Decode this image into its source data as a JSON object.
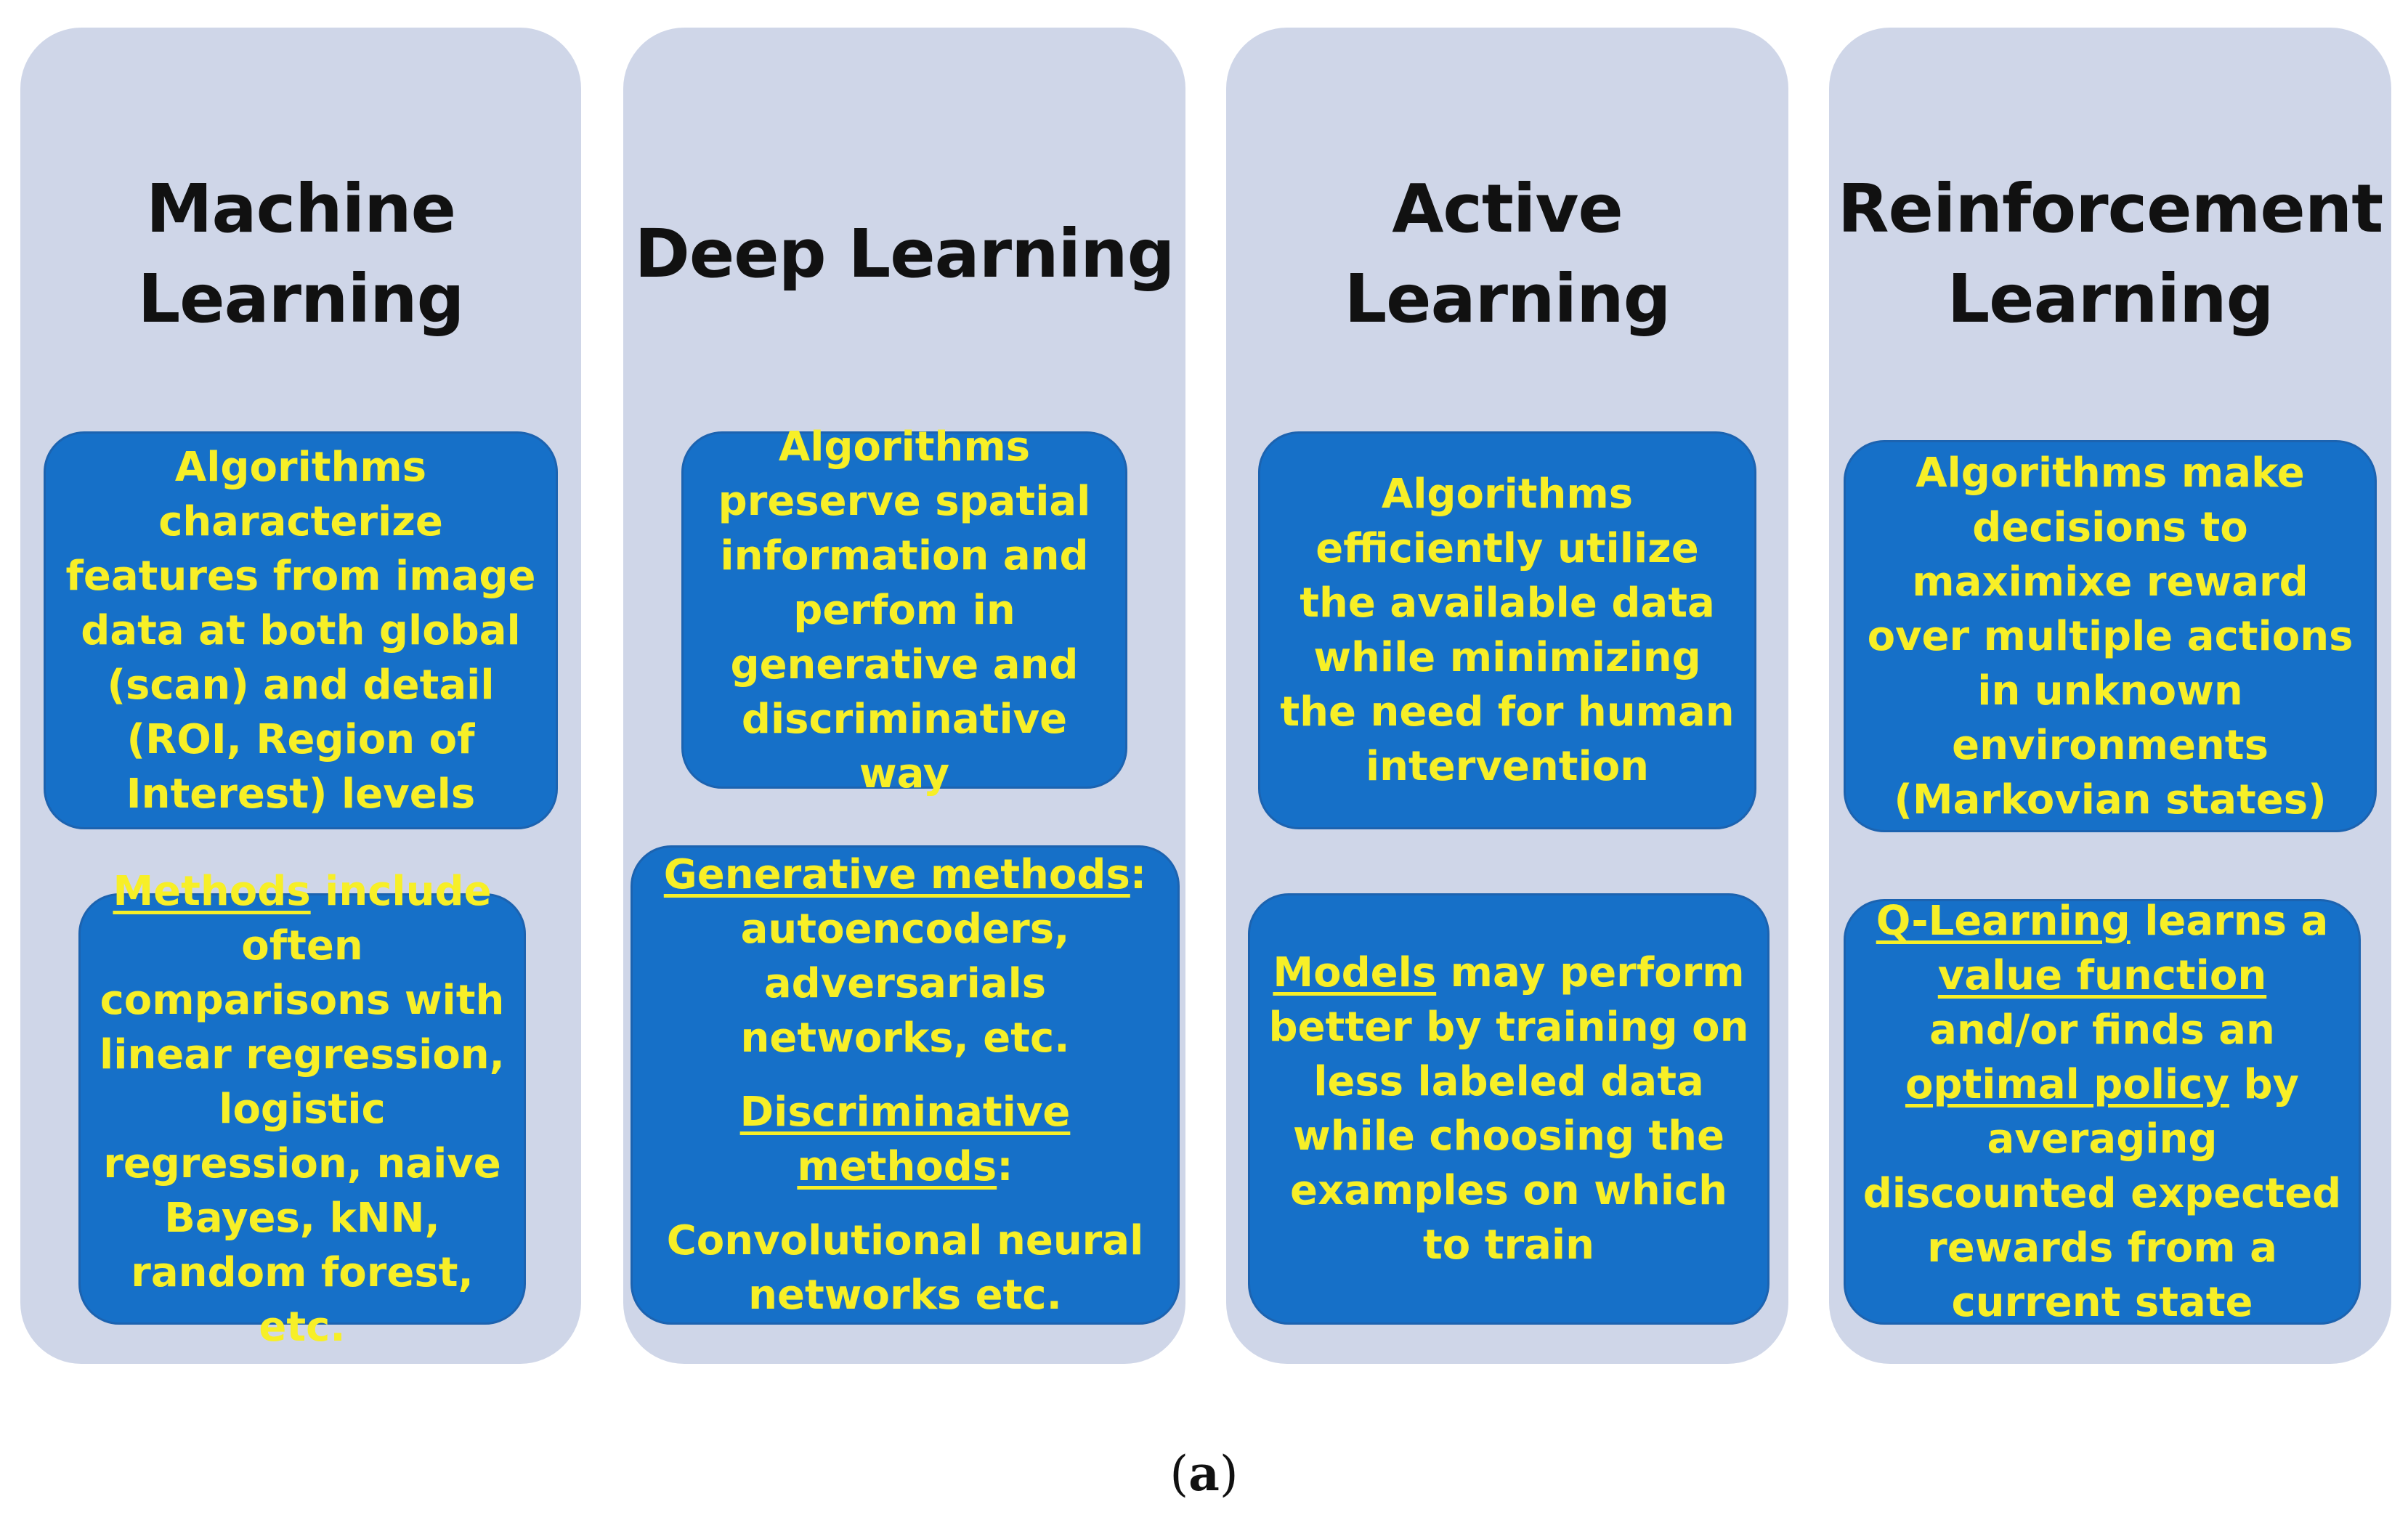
{
  "columns": [
    {
      "title": "Machine\nLearning",
      "box1": "Algorithms characterize features from image data at both global (scan) and detail (ROI, Region of Interest) levels",
      "box2": {
        "u1": "Methods",
        "t1": " include often comparisons with linear regression, logistic regression, naive Bayes, kNN, random forest, etc."
      }
    },
    {
      "title": "Deep Learning",
      "box1": "Algorithms preserve spatial information and perfom in generative and discriminative way",
      "box2": {
        "gen_label": "Generative methods",
        "gen_colon": ":",
        "gen_text": "autoencoders, adversarials networks, etc.",
        "disc_label": "Discriminative methods",
        "disc_colon": ":",
        "disc_text": "Convolutional neural networks etc."
      }
    },
    {
      "title": "Active\nLearning",
      "box1": "Algorithms efficiently utilize the available data while minimizing the need for human intervention",
      "box2": {
        "u1": "Models",
        "t1": " may perform better by training on less labeled data while choosing the examples on which to train"
      }
    },
    {
      "title": "Reinforcement\nLearning",
      "box1": "Algorithms make decisions to maximixe reward over multiple actions in unknown environments (Markovian states)",
      "box2": {
        "u1": "Q-Learning",
        "t1": " learns a ",
        "u2": "value function",
        "t2": " and/or finds an ",
        "u3": "optimal policy",
        "t3": " by averaging discounted expected rewards from a current state"
      }
    }
  ],
  "caption": {
    "open": "(",
    "letter": "a",
    "close": ")"
  },
  "colors": {
    "panel": "#cfd6e8",
    "box": "#1670c8",
    "box_text": "#f7ef27",
    "title": "#111111"
  }
}
